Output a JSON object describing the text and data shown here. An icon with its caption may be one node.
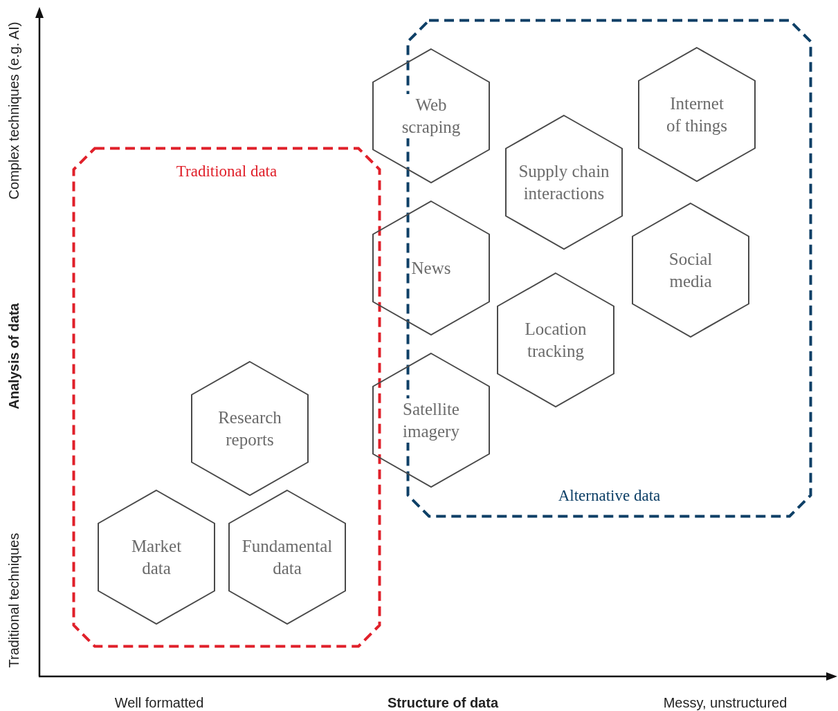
{
  "diagram": {
    "nodes": [
      {
        "text": [
          "Alternative data"
        ]
      },
      {
        "text": [
          "Web scraping"
        ]
      },
      {
        "text": [
          "Internet of things"
        ],
        "in": 0
      },
      {
        "text": [
          "Supply chain interactions"
        ],
        "in": 0
      },
      {
        "text": [
          "Traditional data"
        ]
      },
      {
        "text": [
          "News"
        ]
      },
      {
        "text": [
          "Social media"
        ],
        "in": 0
      },
      {
        "text": [
          "Location tracking"
        ],
        "in": 0
      },
      {
        "text": [
          "Satellite imagery"
        ]
      },
      {
        "text": [
          "Research reports"
        ],
        "in": 4
      },
      {
        "text": [
          "Market data"
        ],
        "in": 4
      },
      {
        "text": [
          "Fundamental data"
        ],
        "in": 4
      }
    ],
    "labels": [
      "Complex techniques (e.g. AI)",
      "Analysis of data",
      "Traditional techniques",
      "Well formatted",
      "Structure of data",
      "Messy, unstructured"
    ]
  }
}
